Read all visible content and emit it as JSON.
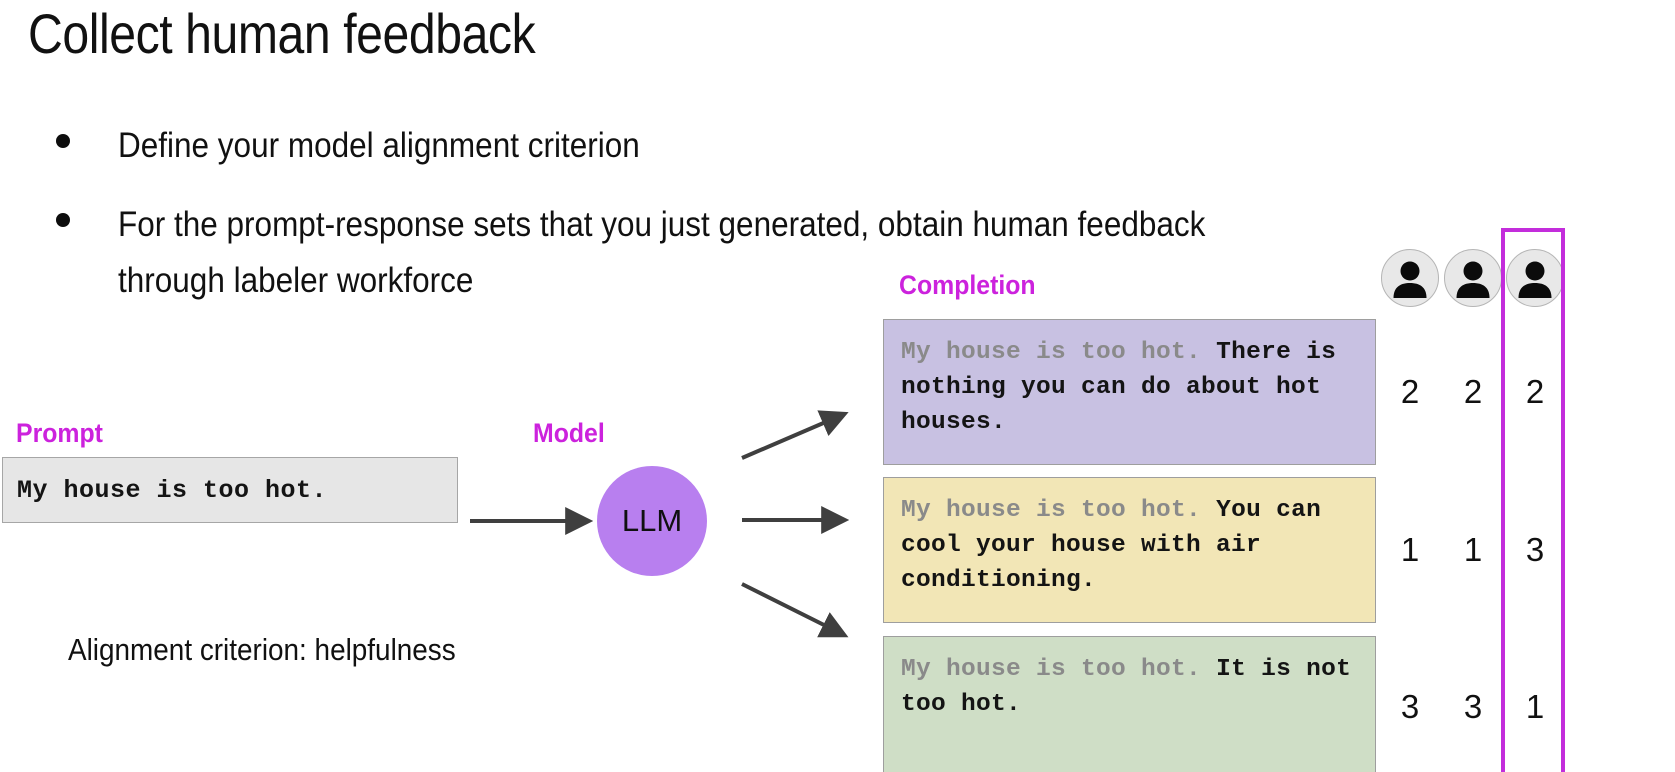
{
  "slide": {
    "title": "Collect human feedback",
    "bullets": [
      "Define your model alignment criterion",
      "For the prompt-response sets that you just generated, obtain human feedback through labeler workforce"
    ],
    "alignment_note": "Alignment criterion: helpfulness"
  },
  "labels": {
    "prompt": "Prompt",
    "model": "Model",
    "completion": "Completion"
  },
  "prompt": {
    "text": "My house is too hot."
  },
  "model": {
    "name": "LLM"
  },
  "completions": [
    {
      "prompt_echo": "My house is too hot. ",
      "response": "There is nothing you can do about hot houses.",
      "bg_color": "#c8c1e2",
      "ratings": [
        "2",
        "2",
        "2"
      ]
    },
    {
      "prompt_echo": "My house is too hot. ",
      "response": "You can cool your house with air conditioning.",
      "bg_color": "#f2e6b6",
      "ratings": [
        "1",
        "1",
        "3"
      ]
    },
    {
      "prompt_echo": "My house is too hot. ",
      "response": "It is not too hot.",
      "bg_color": "#cfdec6",
      "ratings": [
        "3",
        "3",
        "1"
      ]
    }
  ],
  "labelers": [
    {
      "icon": "person-avatar-icon"
    },
    {
      "icon": "person-avatar-icon"
    },
    {
      "icon": "person-avatar-icon"
    }
  ],
  "colors": {
    "accent_magenta": "#cc22dd",
    "highlight_border": "#c32ddb",
    "llm_purple": "#b87fef",
    "arrow_gray": "#3f3f3f",
    "prompt_bg": "#e6e6e6",
    "echo_gray": "#8a8a8a"
  }
}
